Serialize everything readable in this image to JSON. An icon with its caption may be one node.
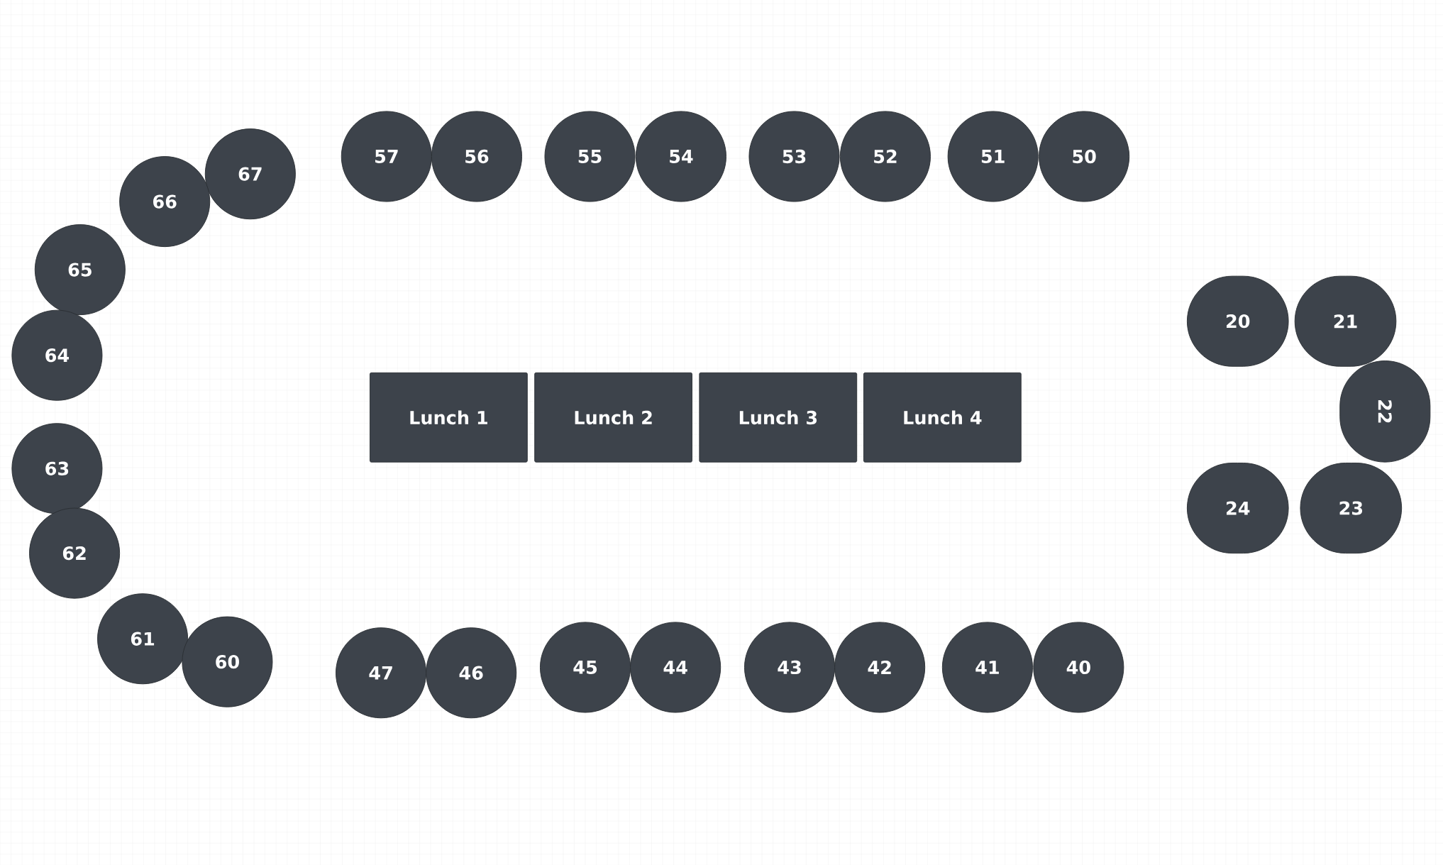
{
  "diagram": {
    "nodes": [
      {
        "text": [
          "57"
        ]
      },
      {
        "text": [
          "56"
        ]
      },
      {
        "text": [
          "55"
        ]
      },
      {
        "text": [
          "54"
        ]
      },
      {
        "text": [
          "53"
        ]
      },
      {
        "text": [
          "52"
        ]
      },
      {
        "text": [
          "51"
        ]
      },
      {
        "text": [
          "50"
        ]
      },
      {
        "text": [
          "67"
        ]
      },
      {
        "text": [
          "66"
        ]
      },
      {
        "text": [
          "65"
        ]
      },
      {
        "text": [
          "20"
        ]
      },
      {
        "text": [
          "21"
        ]
      },
      {
        "text": [
          "64"
        ]
      },
      {
        "text": [
          "Lunch 1"
        ]
      },
      {
        "text": [
          "Lunch 2"
        ]
      },
      {
        "text": [
          "Lunch 3"
        ]
      },
      {
        "text": [
          "Lunch 4"
        ]
      },
      {
        "text": [
          "22"
        ]
      },
      {
        "text": [
          "63"
        ]
      },
      {
        "text": [
          "24"
        ]
      },
      {
        "text": [
          "23"
        ]
      },
      {
        "text": [
          "62"
        ]
      },
      {
        "text": [
          "61"
        ]
      },
      {
        "text": [
          "60"
        ]
      },
      {
        "text": [
          "47"
        ]
      },
      {
        "text": [
          "46"
        ]
      },
      {
        "text": [
          "45"
        ]
      },
      {
        "text": [
          "44"
        ]
      },
      {
        "text": [
          "43"
        ]
      },
      {
        "text": [
          "42"
        ]
      },
      {
        "text": [
          "41"
        ]
      },
      {
        "text": [
          "40"
        ]
      }
    ]
  }
}
